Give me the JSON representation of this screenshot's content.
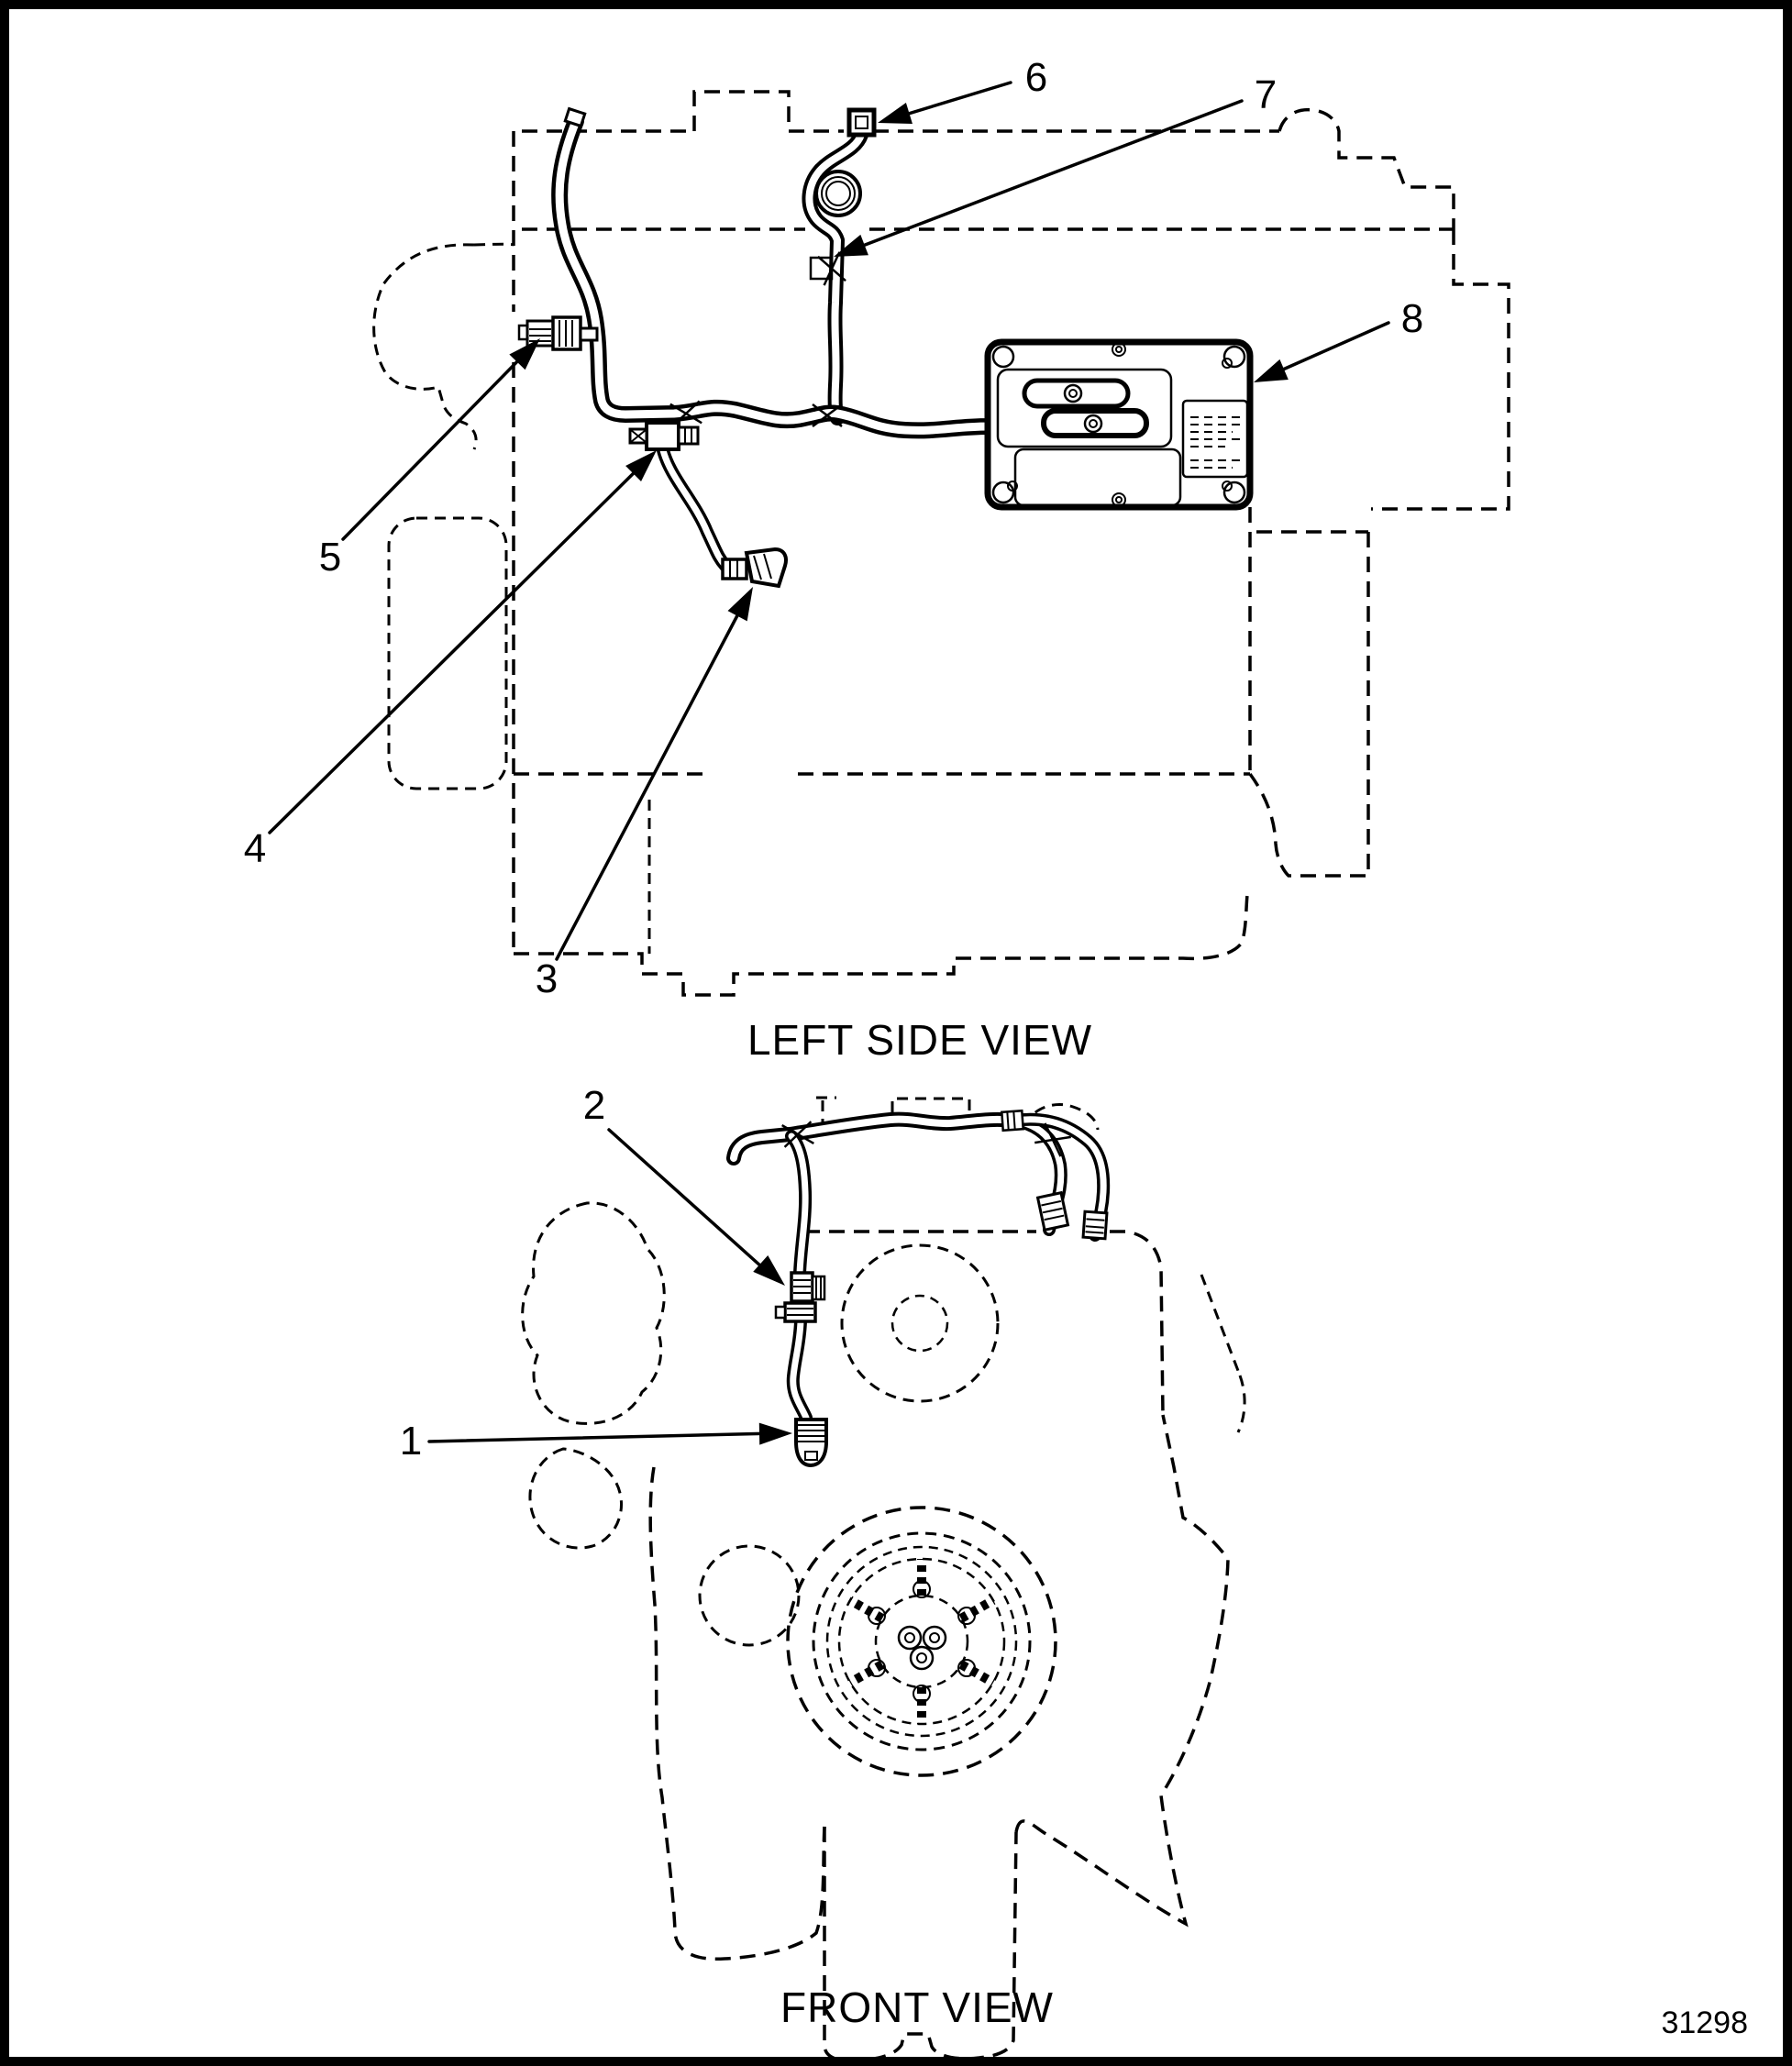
{
  "figure": {
    "number": "31298",
    "views": [
      {
        "caption": "LEFT SIDE VIEW"
      },
      {
        "caption": "FRONT VIEW"
      }
    ],
    "callouts": [
      {
        "label": "1"
      },
      {
        "label": "2"
      },
      {
        "label": "3"
      },
      {
        "label": "4"
      },
      {
        "label": "5"
      },
      {
        "label": "6"
      },
      {
        "label": "7"
      },
      {
        "label": "8"
      }
    ]
  }
}
